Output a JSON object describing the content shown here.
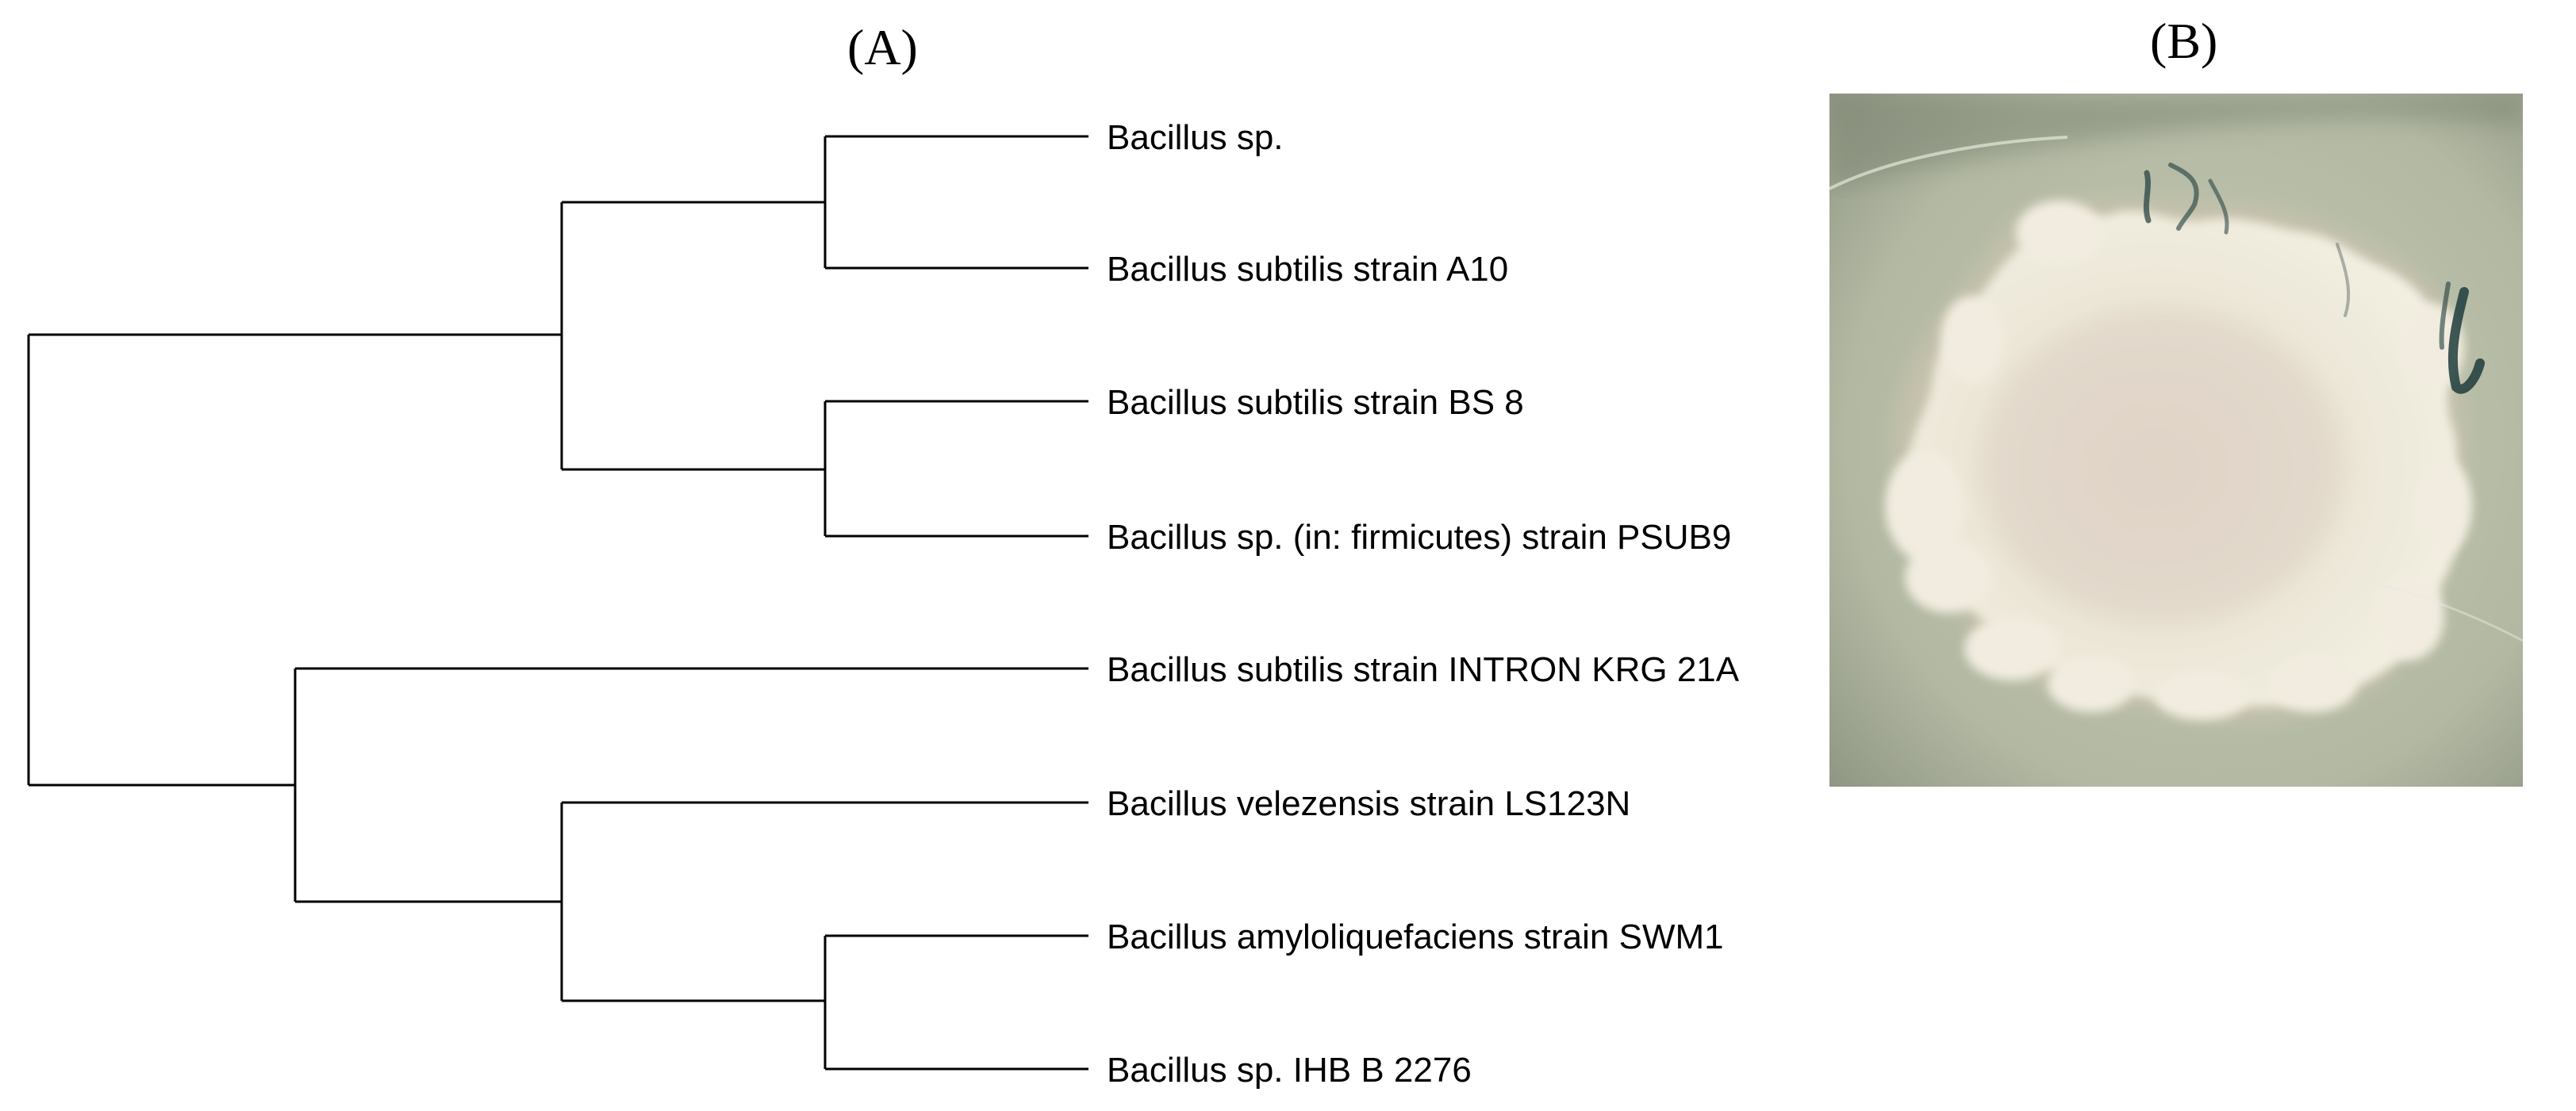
{
  "panels": {
    "a_label": "(A)",
    "b_label": "(B)"
  },
  "tree": {
    "taxa": [
      "Bacillus sp.",
      "Bacillus subtilis strain A10",
      "Bacillus subtilis strain BS 8",
      "Bacillus sp. (in: firmicutes) strain PSUB9",
      "Bacillus subtilis strain INTRON KRG 21A",
      "Bacillus velezensis strain LS123N",
      "Bacillus amyloliquefaciens strain SWM1",
      "Bacillus sp. IHB B 2276"
    ],
    "topology": "(((Bacillus sp., Bacillus subtilis strain A10), (Bacillus subtilis strain BS 8, Bacillus sp. (in: firmicutes) strain PSUB9)), (Bacillus subtilis strain INTRON KRG 21A, (Bacillus velezensis strain LS123N, (Bacillus amyloliquefaciens strain SWM1, Bacillus sp. IHB B 2276))))"
  },
  "photo": {
    "description_icon": "bacterial-colony-petri-dish-photo",
    "colors": {
      "agar": "#b9bfa9",
      "agar_dark": "#7d8470",
      "colony": "#ebe6d6",
      "colony_shadow": "#d8d2bf",
      "marker_ink": "#1e3c3c"
    }
  }
}
